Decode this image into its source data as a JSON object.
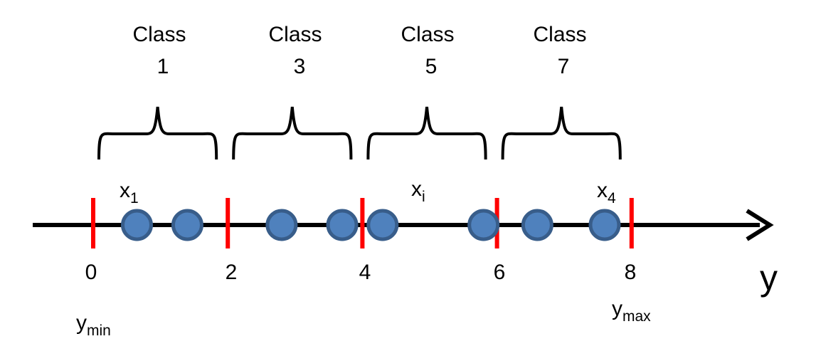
{
  "classes": [
    {
      "word": "Class",
      "number": "1"
    },
    {
      "word": "Class",
      "number": "3"
    },
    {
      "word": "Class",
      "number": "5"
    },
    {
      "word": "Class",
      "number": "7"
    }
  ],
  "ticks": [
    "0",
    "2",
    "4",
    "6",
    "8"
  ],
  "points": {
    "x1": {
      "base": "x",
      "sub": "1"
    },
    "xi": {
      "base": "x",
      "sub": "i"
    },
    "x4": {
      "base": "x",
      "sub": "4"
    }
  },
  "bounds": {
    "min": {
      "base": "y",
      "sub": "min"
    },
    "max": {
      "base": "y",
      "sub": "max"
    }
  },
  "axis_label": "y",
  "point_values": [
    0.65,
    1.4,
    2.8,
    3.7,
    4.3,
    5.8,
    6.6,
    7.6
  ],
  "colors": {
    "axis": "#000000",
    "tick": "#ff0000",
    "point_fill": "#4f81bd",
    "point_stroke": "#385d8a"
  }
}
